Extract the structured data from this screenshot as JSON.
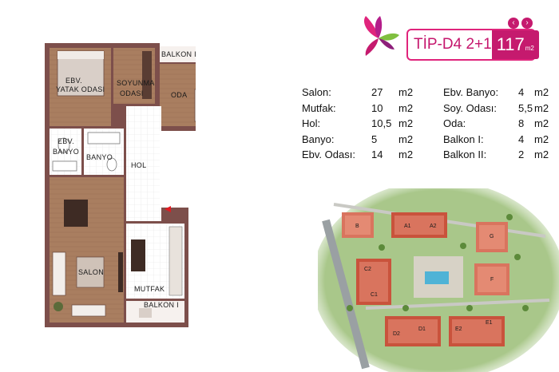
{
  "header": {
    "type_name": "TİP-D4 2+1",
    "type_area": "117",
    "type_unit": "m2",
    "nav_prev": "‹",
    "nav_next": "›"
  },
  "plan_labels": {
    "balkon2": "BALKON II",
    "ebv_yatak_1": "EBV.",
    "ebv_yatak_2": "YATAK ODASI",
    "soyunma_1": "SOYUNMA",
    "soyunma_2": "ODASI",
    "oda": "ODA",
    "ebv_banyo_1": "EBV.",
    "ebv_banyo_2": "BANYO",
    "banyo": "BANYO",
    "hol": "HOL",
    "salon": "SALON",
    "mutfak": "MUTFAK",
    "balkon1": "BALKON I"
  },
  "areas_left": [
    {
      "name": "Salon:",
      "value": "27",
      "unit": "m2"
    },
    {
      "name": "Mutfak:",
      "value": "10",
      "unit": "m2"
    },
    {
      "name": "Hol:",
      "value": "10,5",
      "unit": "m2"
    },
    {
      "name": "Banyo:",
      "value": "5",
      "unit": "m2"
    },
    {
      "name": "Ebv. Odası:",
      "value": "14",
      "unit": "m2"
    }
  ],
  "areas_right": [
    {
      "name": "Ebv. Banyo:",
      "value": "4",
      "unit": "m2"
    },
    {
      "name": "Soy. Odası:",
      "value": "5,5",
      "unit": "m2"
    },
    {
      "name": "Oda:",
      "value": "8",
      "unit": "m2"
    },
    {
      "name": "Balkon I:",
      "value": "4",
      "unit": "m2"
    },
    {
      "name": "Balkon II:",
      "value": "2",
      "unit": "m2"
    }
  ],
  "site_labels": {
    "b": "B",
    "a1": "A1",
    "a2": "A2",
    "g": "G",
    "c2": "C2",
    "c1": "C1",
    "f": "F",
    "d2": "D2",
    "d1": "D1",
    "e2": "E2",
    "e1": "E1"
  },
  "colors": {
    "brand": "#c51a6e",
    "wall": "#8a5a55",
    "wood_floor": "#b08466",
    "tile_floor": "#ffffff",
    "grass": "#a9c78a",
    "roof": "#d9745e"
  }
}
